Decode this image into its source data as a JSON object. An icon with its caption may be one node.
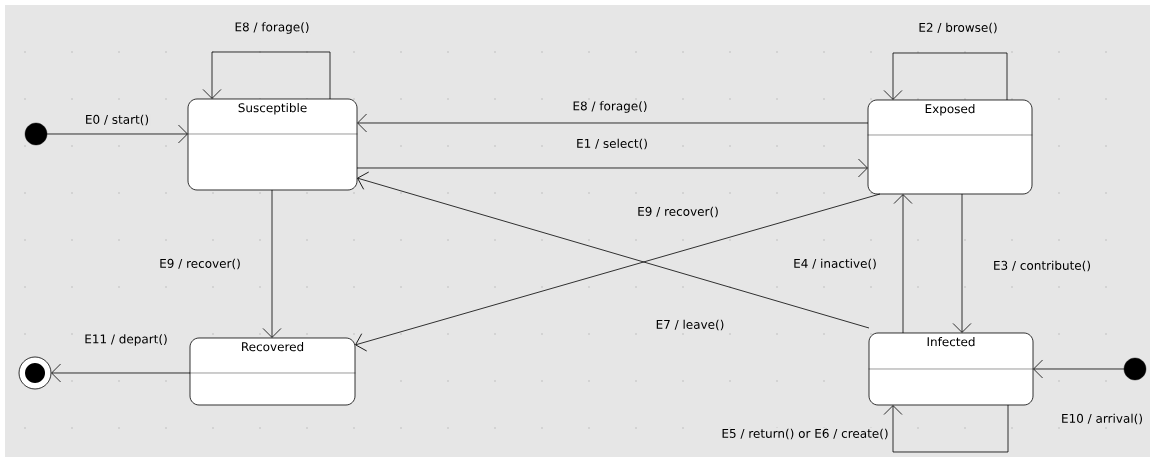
{
  "diagram": {
    "nodes": [
      {
        "text": [],
        "shape": "circle"
      },
      {
        "text": [
          "Susceptible"
        ]
      },
      {
        "text": [
          "Exposed"
        ]
      },
      {
        "text": [
          "Recovered"
        ]
      },
      {
        "text": [
          "Infected"
        ]
      },
      {
        "text": [],
        "shape": "bullseye"
      },
      {
        "text": [],
        "shape": "circle"
      }
    ],
    "edges": [
      {
        "from": 0,
        "to": 1,
        "arrow": "to",
        "label": "E0 / start()"
      },
      {
        "from": 1,
        "to": 1,
        "arrow": "to",
        "label": "E8 / forage()"
      },
      {
        "from": 2,
        "to": 1,
        "arrow": "to",
        "label": "E8 / forage()"
      },
      {
        "from": 1,
        "to": 2,
        "arrow": "to",
        "label": "E1 / select()"
      },
      {
        "from": 2,
        "to": 2,
        "arrow": "to",
        "label": "E2 / browse()"
      },
      {
        "from": 1,
        "to": 3,
        "arrow": "to",
        "label": "E9 / recover()"
      },
      {
        "from": 2,
        "to": 3,
        "arrow": "to",
        "label": "E9 / recover()"
      },
      {
        "from": 4,
        "to": 1,
        "arrow": "to",
        "label": "E7 / leave()"
      },
      {
        "from": 4,
        "to": 2,
        "arrow": "to",
        "label": "E4 / inactive()"
      },
      {
        "from": 2,
        "to": 4,
        "arrow": "to",
        "label": "E3 / contribute()"
      },
      {
        "from": 4,
        "to": 4,
        "arrow": "to",
        "label": "E5 / return() or E6 / create()"
      },
      {
        "from": 6,
        "to": 4,
        "arrow": "to",
        "label": "E10 / arrival()"
      },
      {
        "from": 3,
        "to": 5,
        "arrow": "to",
        "label": "E11 / depart()"
      }
    ]
  }
}
